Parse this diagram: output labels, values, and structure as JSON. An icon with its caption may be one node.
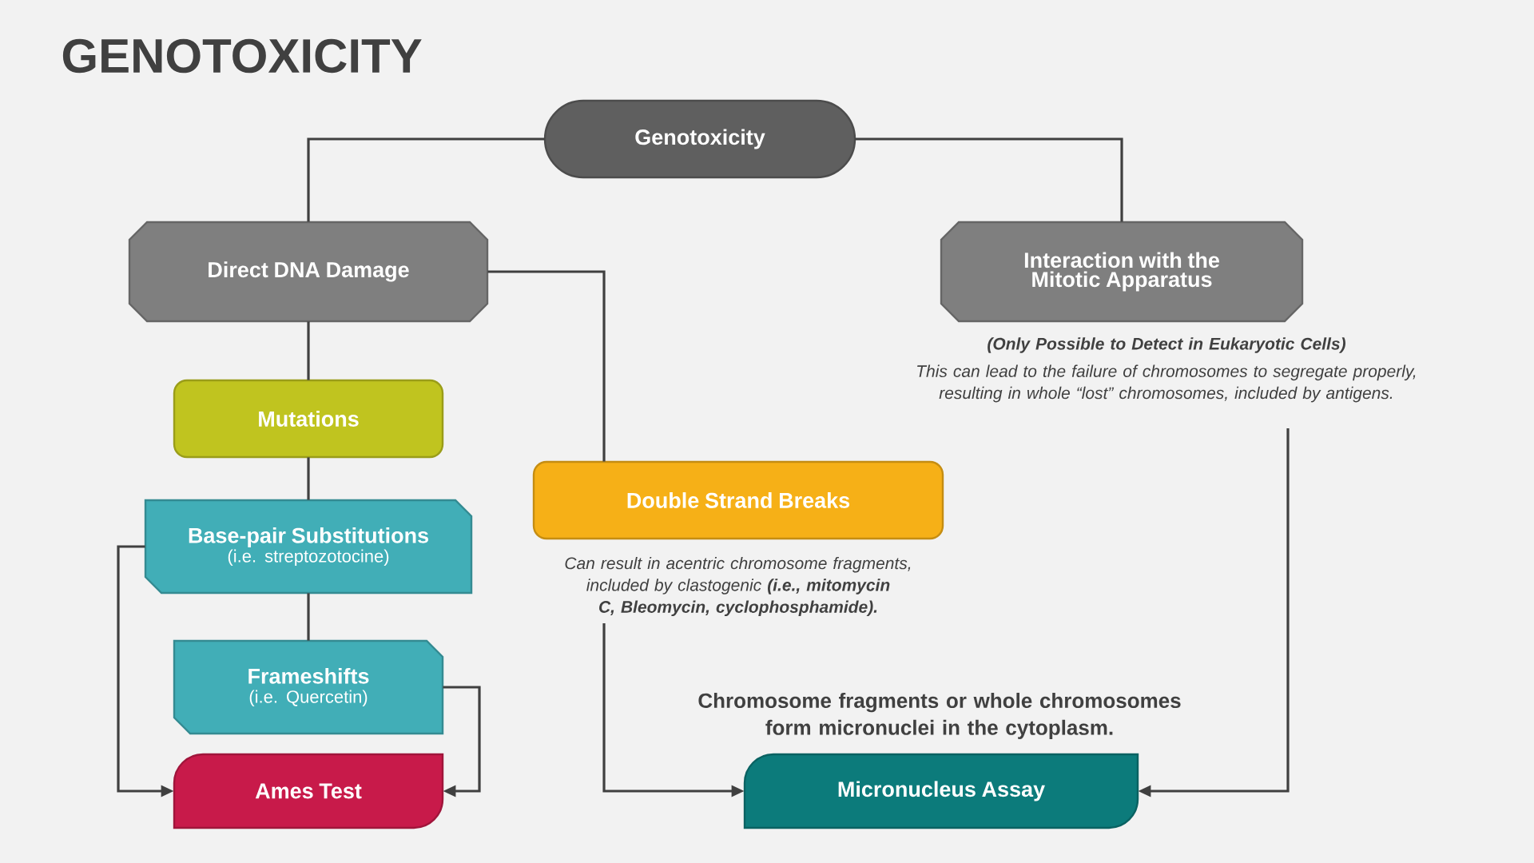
{
  "diagram": {
    "title": "GENOTOXICITY",
    "nodes": [
      {
        "text": [
          "Genotoxicity"
        ]
      },
      {
        "text": [
          "Direct DNA Damage"
        ]
      },
      {
        "text": [
          "Interaction with the Mitotic Apparatus"
        ],
        "beside": [
          "(Only Possible to Detect in Eukaryotic Cells)",
          "This can lead to the failure of chromosomes to segregate properly, resulting in whole “lost” chromosomes, included by antigens."
        ]
      },
      {
        "text": [
          "Mutations"
        ]
      },
      {
        "text": [
          "Base-pair Substitutions",
          "(i.e. streptozotocine)"
        ]
      },
      {
        "text": [
          "Frameshifts",
          "(i.e. Quercetin)"
        ]
      },
      {
        "text": [
          "Ames Test"
        ]
      },
      {
        "text": [
          "Double Strand Breaks"
        ],
        "beside": [
          "Can result in acentric chromosome fragments, included by clastogenic **(i.e., mitomycin C, Bleomycin, cyclophosphamide).**"
        ]
      },
      {
        "text": [
          "Micronucleus Assay"
        ],
        "beside": [
          "Chromosome fragments or whole chromosomes form micronuclei in the cytoplasm."
        ]
      }
    ],
    "edges": [
      {
        "from": 0,
        "to": 1,
        "arrow": "none"
      },
      {
        "from": 0,
        "to": 2,
        "arrow": "none"
      },
      {
        "from": 1,
        "to": 3,
        "arrow": "none"
      },
      {
        "from": 1,
        "to": 7,
        "arrow": "none"
      },
      {
        "from": 3,
        "to": 4,
        "arrow": "none"
      },
      {
        "from": 4,
        "to": 5,
        "arrow": "none"
      },
      {
        "from": 4,
        "to": 6,
        "arrow": "to"
      },
      {
        "from": 5,
        "to": 6,
        "arrow": "to"
      },
      {
        "from": 7,
        "to": 8,
        "arrow": "to"
      },
      {
        "from": 2,
        "to": 8,
        "arrow": "to"
      }
    ]
  }
}
